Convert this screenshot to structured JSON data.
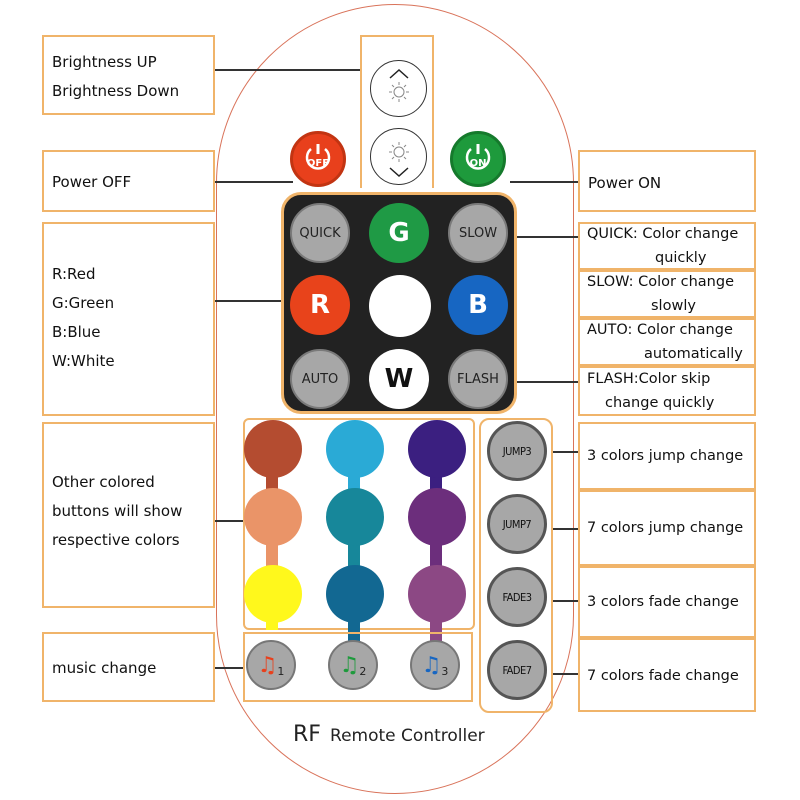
{
  "labels": {
    "brightness_up": "Brightness UP",
    "brightness_down": "Brightness Down",
    "power_off": "Power OFF",
    "power_on": "Power ON",
    "rgbw": [
      "R:Red",
      "G:Green",
      "B:Blue",
      "W:White"
    ],
    "other_colors": [
      "Other colored",
      "buttons will show",
      "respective colors"
    ],
    "music_change": "music change",
    "quick": [
      "QUICK: Color change",
      "quickly"
    ],
    "slow": [
      "SLOW: Color change",
      "slowly"
    ],
    "auto": [
      "AUTO: Color change",
      "automatically"
    ],
    "flash": [
      "FLASH:Color skip",
      "change quickly"
    ],
    "jump3": "3 colors jump change",
    "jump7": "7 colors jump change",
    "fade3": "3 colors fade change",
    "fade7": "7 colors fade change"
  },
  "buttons": {
    "off": "OFF",
    "on": "ON",
    "quick": "QUICK",
    "g": "G",
    "slow": "SLOW",
    "r": "R",
    "b": "B",
    "auto": "AUTO",
    "w": "W",
    "flash": "FLASH",
    "jump3": "JUMP3",
    "jump7": "JUMP7",
    "fade3": "FADE3",
    "fade7": "FADE7",
    "music": [
      "1",
      "2",
      "3"
    ]
  },
  "footer": {
    "rf": "RF",
    "rest": "Remote Controller"
  },
  "colors": {
    "power_off": "#e8401c",
    "power_on": "#1e9a3c",
    "green": "#1f9a45",
    "red": "#e8431b",
    "blue": "#1766c2",
    "white": "#ffffff",
    "box_border": "#f0b46a",
    "column1": [
      "#b44c30",
      "#ea9468",
      "#fff81c"
    ],
    "column2": [
      "#2aaad6",
      "#17879a",
      "#126892"
    ],
    "column3": [
      "#3b1f80",
      "#6c2e7c",
      "#8c4884"
    ]
  }
}
